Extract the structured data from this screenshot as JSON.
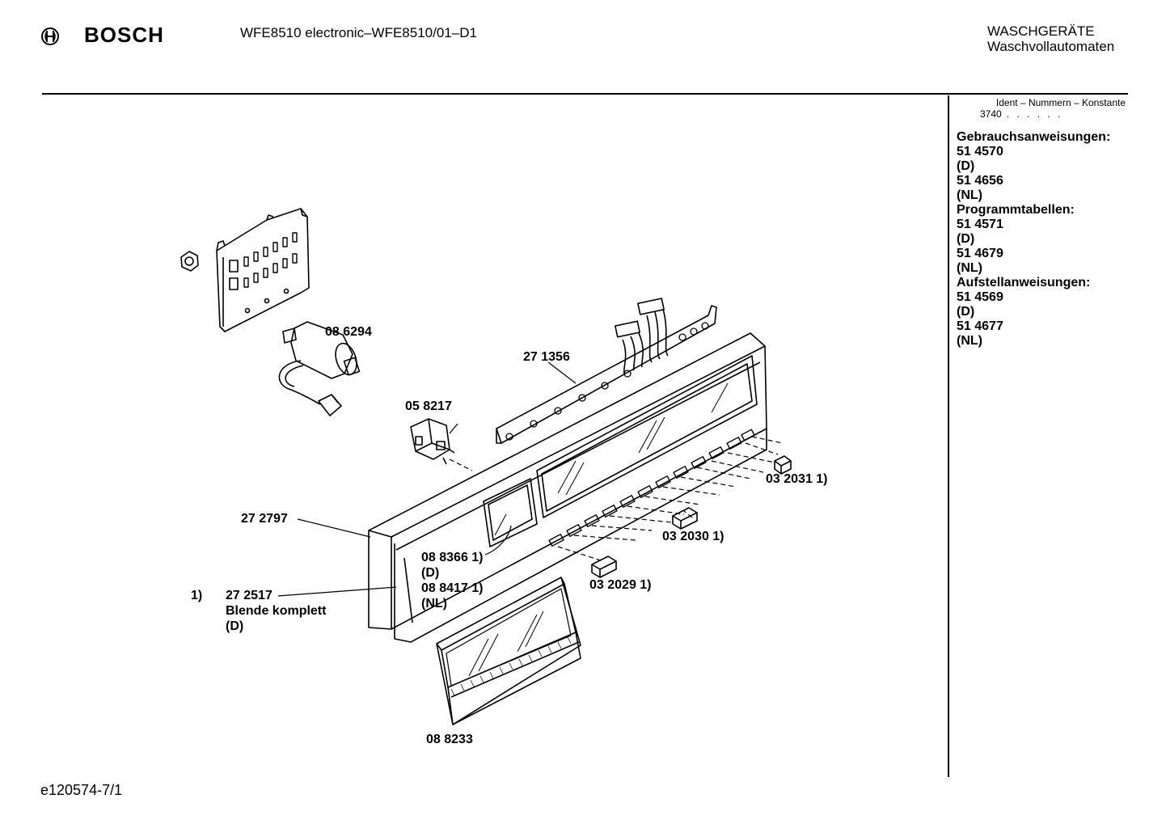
{
  "header": {
    "brand": "BOSCH",
    "model_title": "WFE8510 electronic–WFE8510/01–D1",
    "category_line1": "WASCHGERÄTE",
    "category_line2": "Waschvollautomaten"
  },
  "sidebar": {
    "ident_label": "Ident – Nummern – Konstante",
    "constant_value": "3740",
    "constant_dots": ". . . . . .",
    "references": [
      "Gebrauchsanweisungen:",
      "51 4570",
      "(D)",
      "51 4656",
      "(NL)",
      "Programmtabellen:",
      "51 4571",
      "(D)",
      "51 4679",
      "(NL)",
      "Aufstellanweisungen:",
      "51 4569",
      "(D)",
      "51 4677",
      "(NL)"
    ]
  },
  "parts": {
    "p086294": "08 6294",
    "p271356": "27 1356",
    "p058217": "05 8217",
    "p272797": "27 2797",
    "p083366": "08 8366 1)",
    "p083366_note": "(D)",
    "p084417": "08 8417 1)",
    "p084417_note": "(NL)",
    "p032031": "03 2031 1)",
    "p032030": "03 2030 1)",
    "p032029": "03 2029 1)",
    "p088233": "08 8233",
    "footnote_marker": "1)",
    "p272517": "27 2517",
    "blende": "Blende komplett",
    "blende_note": "(D)"
  },
  "footer": {
    "code": "e120574-7/1"
  }
}
